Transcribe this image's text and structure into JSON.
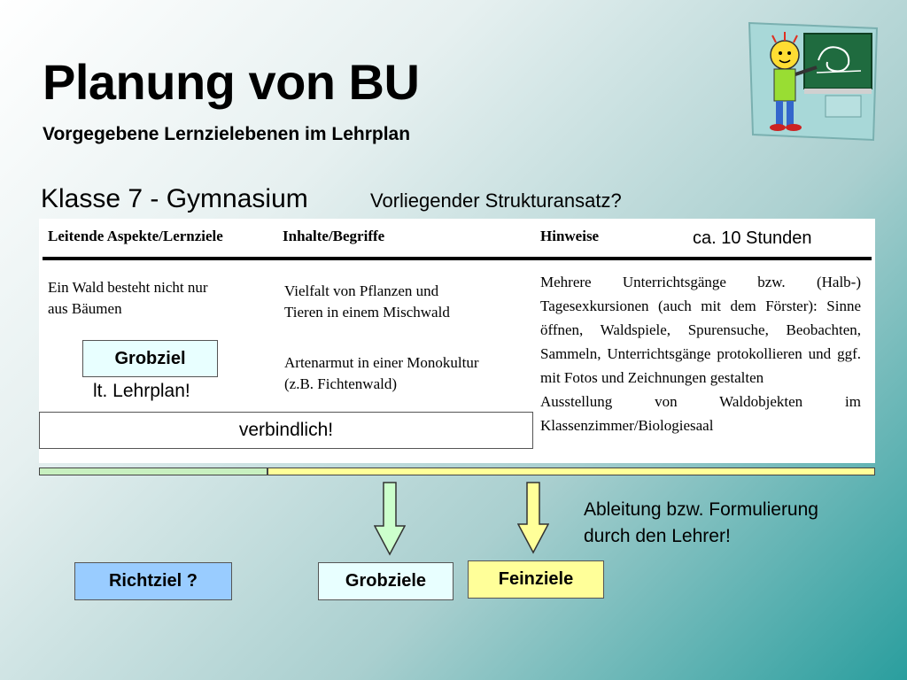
{
  "slide": {
    "title": "Planung von BU",
    "subtitle": "Vorgegebene Lernzielebenen im Lehrplan",
    "klasse": "Klasse 7 - Gymnasium",
    "question": "Vorliegender Strukturansatz?"
  },
  "table": {
    "headers": [
      "Leitende Aspekte/Lernziele",
      "Inhalte/Begriffe",
      "Hinweise"
    ],
    "col1": [
      "Ein Wald besteht nicht nur",
      "aus Bäumen"
    ],
    "col2_row1": [
      "Vielfalt von Pflanzen und",
      "Tieren in einem Mischwald"
    ],
    "col2_row2": [
      "Artenarmut in einer Monokultur",
      "(z.B. Fichtenwald)"
    ],
    "col3_p1": "Mehrere Unterrichtsgänge bzw. (Halb-) Tagesexkursionen (auch mit dem Förster): Sinne öffnen, Waldspiele, Spurensuche, Beobachten, Sammeln, Unterrichtsgänge protokollieren und ggf. mit Fotos und Zeichnungen gestalten",
    "col3_p2": "Ausstellung von Waldobjekten im Klassenzimmer/Biologiesaal"
  },
  "stunden": "ca. 10 Stunden",
  "grobziel_label": "Grobziel",
  "lehrplan_label": "lt. Lehrplan!",
  "verbindlich_label": "verbindlich!",
  "ableitung": [
    "Ableitung bzw. Formulierung",
    "durch den Lehrer!"
  ],
  "levels": {
    "richtziel": "Richtziel ?",
    "grobziele": "Grobziele",
    "feinziele": "Feinziele"
  },
  "colors": {
    "green_arrow": "#ccffcc",
    "yellow_arrow": "#ffff99",
    "richtziel_fill": "#99ccff",
    "grobziel_fill": "#e8ffff",
    "feinziel_fill": "#ffff99"
  }
}
